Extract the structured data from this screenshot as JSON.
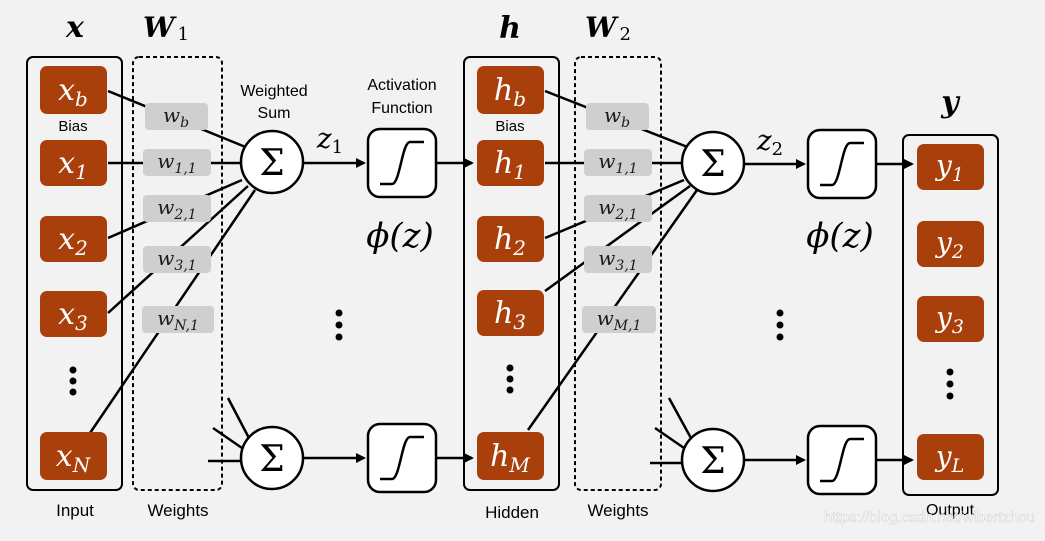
{
  "headers": {
    "x": "x",
    "w1": "W",
    "w1_sub": "1",
    "h": "h",
    "w2": "W",
    "w2_sub": "2",
    "y": "y"
  },
  "captions": {
    "input": "Input",
    "weights1": "Weights",
    "hidden": "Hidden",
    "weights2": "Weights",
    "output": "Output",
    "weighted_sum_line1": "Weighted",
    "weighted_sum_line2": "Sum",
    "activation_line1": "Activation",
    "activation_line2": "Function",
    "bias_input": "Bias",
    "bias_hidden": "Bias"
  },
  "input_nodes": [
    {
      "base": "x",
      "sub": "b"
    },
    {
      "base": "x",
      "sub": "1"
    },
    {
      "base": "x",
      "sub": "2"
    },
    {
      "base": "x",
      "sub": "3"
    },
    {
      "base": "x",
      "sub": "N"
    }
  ],
  "hidden_nodes": [
    {
      "base": "h",
      "sub": "b"
    },
    {
      "base": "h",
      "sub": "1"
    },
    {
      "base": "h",
      "sub": "2"
    },
    {
      "base": "h",
      "sub": "3"
    },
    {
      "base": "h",
      "sub": "M"
    }
  ],
  "output_nodes": [
    {
      "base": "y",
      "sub": "1"
    },
    {
      "base": "y",
      "sub": "2"
    },
    {
      "base": "y",
      "sub": "3"
    },
    {
      "base": "y",
      "sub": "L"
    }
  ],
  "weights1": [
    {
      "base": "w",
      "sub": "b"
    },
    {
      "base": "w",
      "sub": "1,1"
    },
    {
      "base": "w",
      "sub": "2,1"
    },
    {
      "base": "w",
      "sub": "3,1"
    },
    {
      "base": "w",
      "sub": "N,1"
    }
  ],
  "weights2": [
    {
      "base": "w",
      "sub": "b"
    },
    {
      "base": "w",
      "sub": "1,1"
    },
    {
      "base": "w",
      "sub": "2,1"
    },
    {
      "base": "w",
      "sub": "3,1"
    },
    {
      "base": "w",
      "sub": "M,1"
    }
  ],
  "z1": {
    "base": "z",
    "sub": "1"
  },
  "z2": {
    "base": "z",
    "sub": "2"
  },
  "phi": "ϕ(z)",
  "sigma": "Σ",
  "watermark": "https://blog.csdn.net/wibertzhou",
  "colors": {
    "node_fill": "#a9400c",
    "weight_fill": "#cfcfcf",
    "background": "#f2f2f2"
  }
}
